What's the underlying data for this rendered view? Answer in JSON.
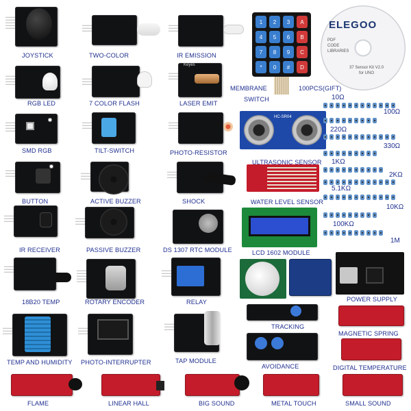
{
  "modules": {
    "joystick": "JOYSTICK",
    "two_color": "TWO-COLOR",
    "ir_emission": "IR EMISSION",
    "rgb_led": "RGB LED",
    "color_flash": "7 COLOR FLASH",
    "laser_emit": "LASER EMIT",
    "smd_rgb": "SMD RGB",
    "tilt_switch": "TILT-SWITCH",
    "photo_resistor": "PHOTO-RESISTOR",
    "button": "BUTTON",
    "active_buzzer": "ACTIVE BUZZER",
    "shock": "SHOCK",
    "ir_receiver": "IR RECEIVER",
    "passive_buzzer": "PASSIVE BUZZER",
    "ds1307": "DS 1307 RTC MODULE",
    "temp_18b20": "18B20 TEMP",
    "rotary_encoder": "ROTARY ENCODER",
    "relay": "RELAY",
    "temp_humidity": "TEMP AND HUMIDITY",
    "photo_interrupter": "PHOTO-INTERRUPTER",
    "tap_module": "TAP MODULE",
    "flame": "FLAME",
    "linear_hall": "LINEAR HALL",
    "big_sound": "BIG SOUND",
    "membrane_switch_1": "MEMBRANE",
    "membrane_switch_2": "SWITCH",
    "ultrasonic": "ULTRASONIC SENSOR",
    "water_level": "WATER LEVEL SENSOR",
    "lcd": "LCD 1602 MODULE",
    "power_supply": "POWER SUPPLY",
    "tracking": "TRACKING",
    "magnetic_spring": "MAGNETIC SPRING",
    "avoidance": "AVOIDANCE",
    "digital_temp": "DIGITAL TEMPERATURE",
    "metal_touch": "METAL TOUCH",
    "small_sound": "SMALL SOUND"
  },
  "resistors": {
    "gift": "100PCS(GIFT)",
    "values": [
      "10Ω",
      "100Ω",
      "220Ω",
      "330Ω",
      "1KΩ",
      "2KΩ",
      "5.1KΩ",
      "10KΩ",
      "100KΩ",
      "1M"
    ]
  },
  "cd": {
    "brand": "ELEGOO",
    "left_lines": [
      "PDF",
      "CODE",
      "LIBRARIES"
    ],
    "right_lines": [
      "37 Sensor Kit V2.0",
      "for UNO"
    ]
  },
  "keypad": {
    "keys": [
      "1",
      "2",
      "3",
      "A",
      "4",
      "5",
      "6",
      "B",
      "7",
      "8",
      "9",
      "C",
      "*",
      "0",
      "#",
      "D"
    ]
  },
  "board_marks": {
    "keyes": "Keyes",
    "hc_sr04": "HC-SR04"
  },
  "colors": {
    "label_blue": "#1f2f8f",
    "board_black": "#111214",
    "board_red": "#c41c2a",
    "board_blue": "#1c3c86"
  }
}
